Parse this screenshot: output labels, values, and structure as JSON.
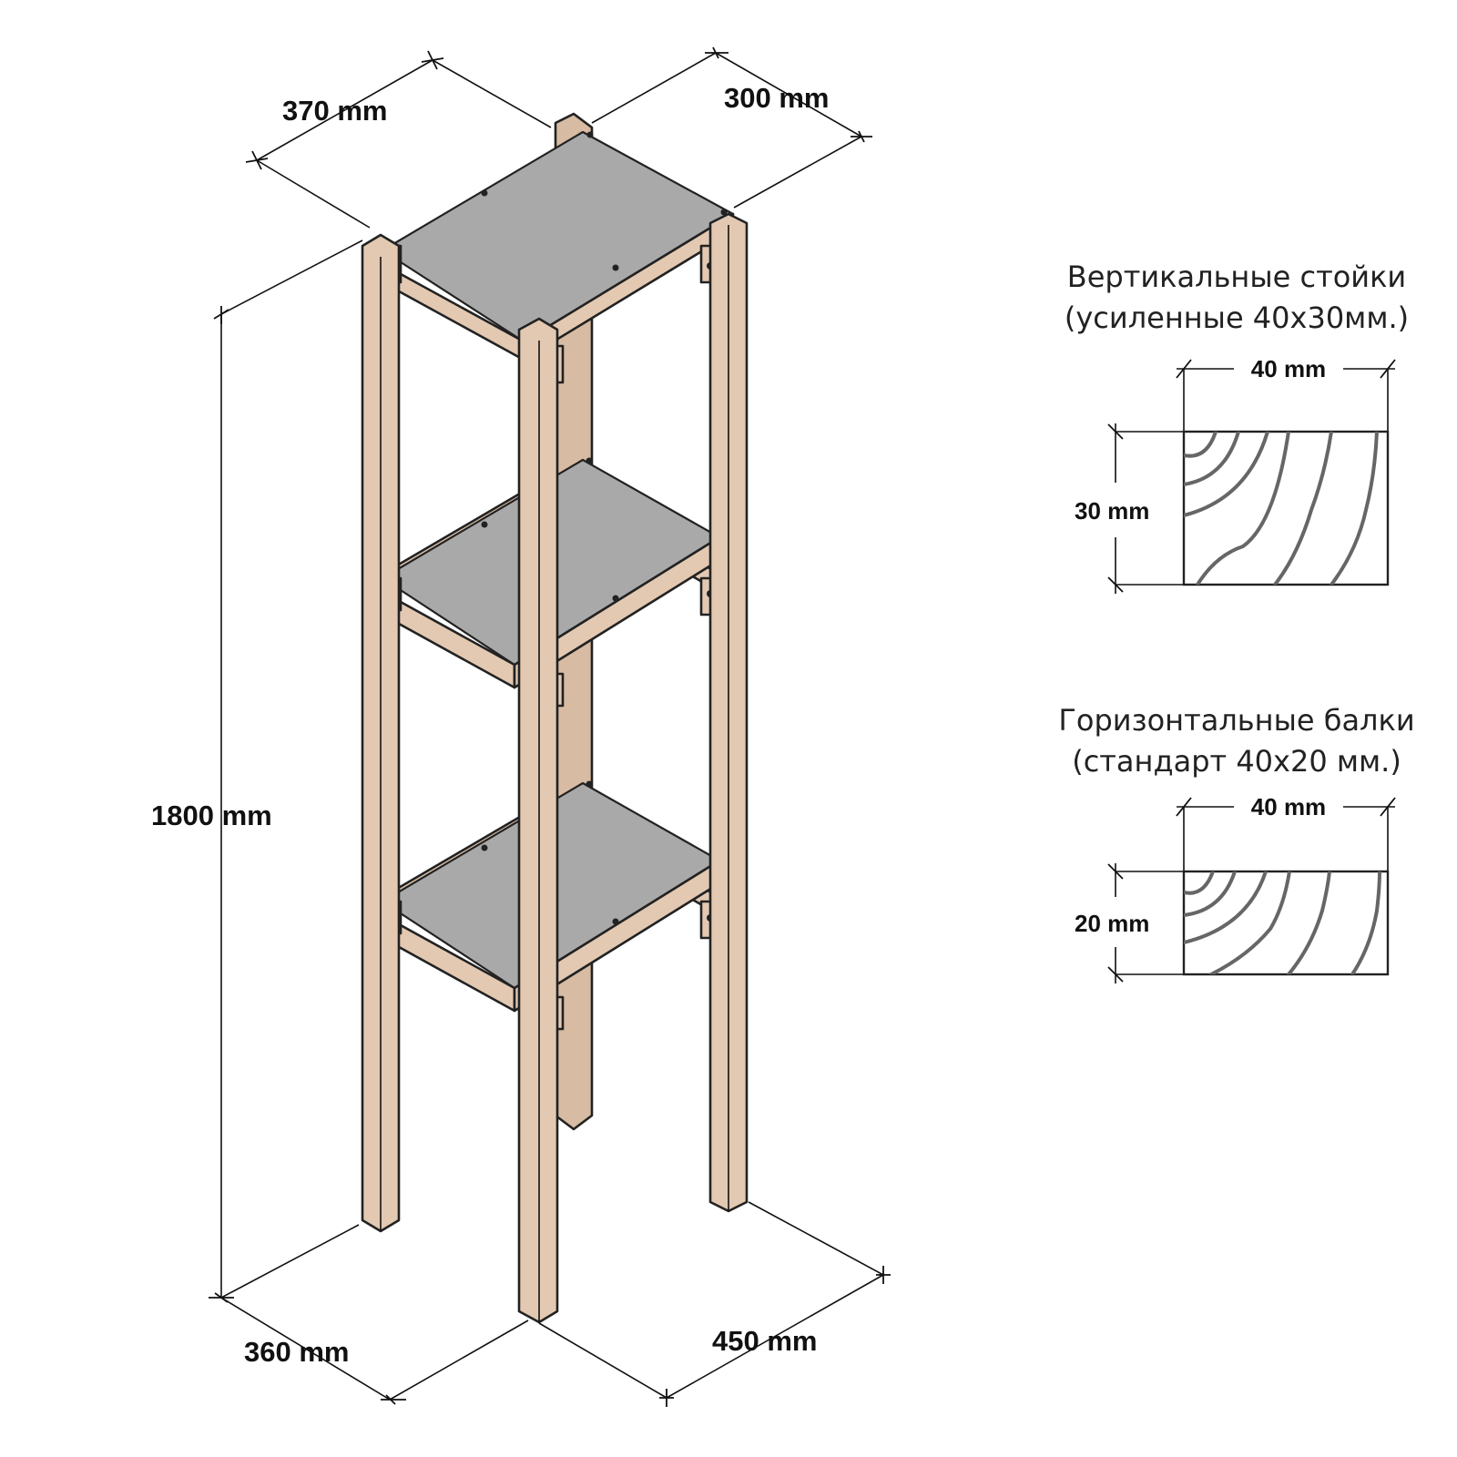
{
  "diagram": {
    "dimensions": {
      "top_depth": "370 mm",
      "top_width": "300 mm",
      "height": "1800 mm",
      "bottom_depth": "360 mm",
      "bottom_width": "450 mm"
    },
    "sections": [
      {
        "title_line1": "Вертикальные стойки",
        "title_line2": "(усиленные 40х30мм.)",
        "width_label": "40 mm",
        "height_label": "30 mm"
      },
      {
        "title_line1": "Горизонтальные балки",
        "title_line2": "(стандарт 40х20 мм.)",
        "width_label": "40 mm",
        "height_label": "20 mm"
      }
    ],
    "colors": {
      "wood": "#e3c9b2",
      "shelf": "#a9a9a9",
      "line": "#222222"
    }
  }
}
